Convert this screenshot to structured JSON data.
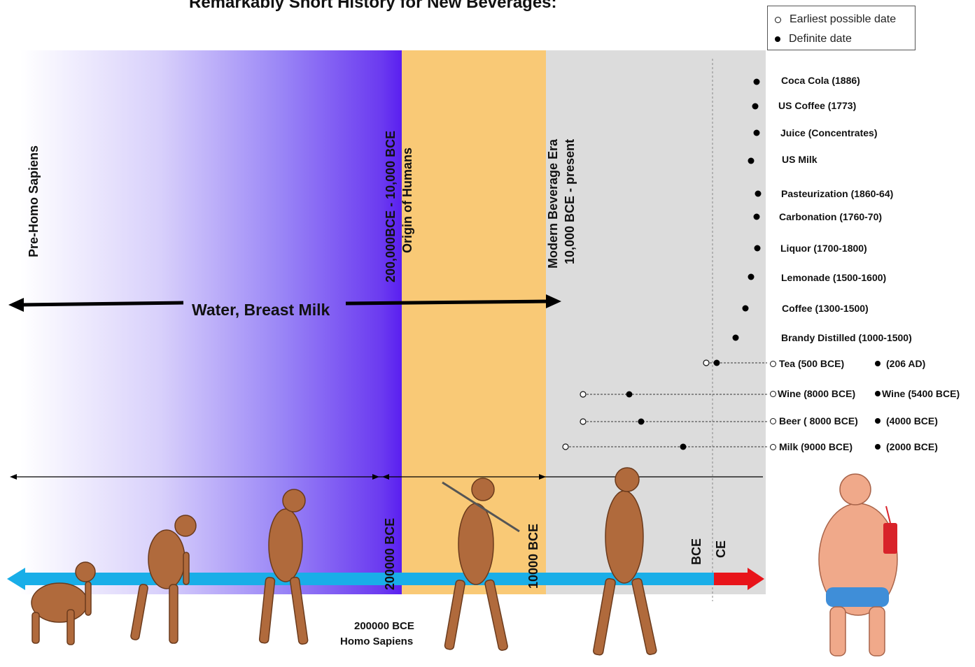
{
  "title": "Remarkably Short History for New Beverages:",
  "legend": {
    "earliest": "Earliest possible date",
    "definite": "Definite date"
  },
  "eras": {
    "pre_homo": "Pre-Homo Sapiens",
    "origin_range": "200,000BCE - 10,000 BCE",
    "origin_name": "Origin of Humans",
    "modern_name": "Modern Beverage Era",
    "modern_range": "10,000 BCE - present"
  },
  "water_label": "Water, Breast Milk",
  "timeline": {
    "bce200k": "200000 BCE",
    "bce10k": "10000 BCE",
    "bce": "BCE",
    "ce": "CE",
    "homo_year": "200000 BCE",
    "homo_name": "Homo Sapiens"
  },
  "beverages": [
    {
      "label": "Coca Cola (1886)"
    },
    {
      "label": "US Coffee (1773)"
    },
    {
      "label": "Juice (Concentrates)"
    },
    {
      "label": "US Milk"
    },
    {
      "label": "Pasteurization (1860-64)"
    },
    {
      "label": "Carbonation (1760-70)"
    },
    {
      "label": "Liquor (1700-1800)"
    },
    {
      "label": "Lemonade (1500-1600)"
    },
    {
      "label": "Coffee (1300-1500)"
    },
    {
      "label": "Brandy Distilled (1000-1500)"
    }
  ],
  "ranged_beverages": [
    {
      "earliest": "Tea (500 BCE)",
      "definite": "(206 AD)"
    },
    {
      "earliest": "Wine (8000 BCE)",
      "definite": "Wine (5400 BCE)"
    },
    {
      "earliest": "Beer ( 8000 BCE)",
      "definite": "(4000 BCE)"
    },
    {
      "earliest": "Milk (9000 BCE)",
      "definite": "(2000 BCE)"
    }
  ],
  "colors": {
    "purple": "#5a1ff0",
    "orange": "#f9c976",
    "gray": "#dcdcdc",
    "blue_arrow": "#19aee8",
    "red_arrow": "#e8141a"
  }
}
